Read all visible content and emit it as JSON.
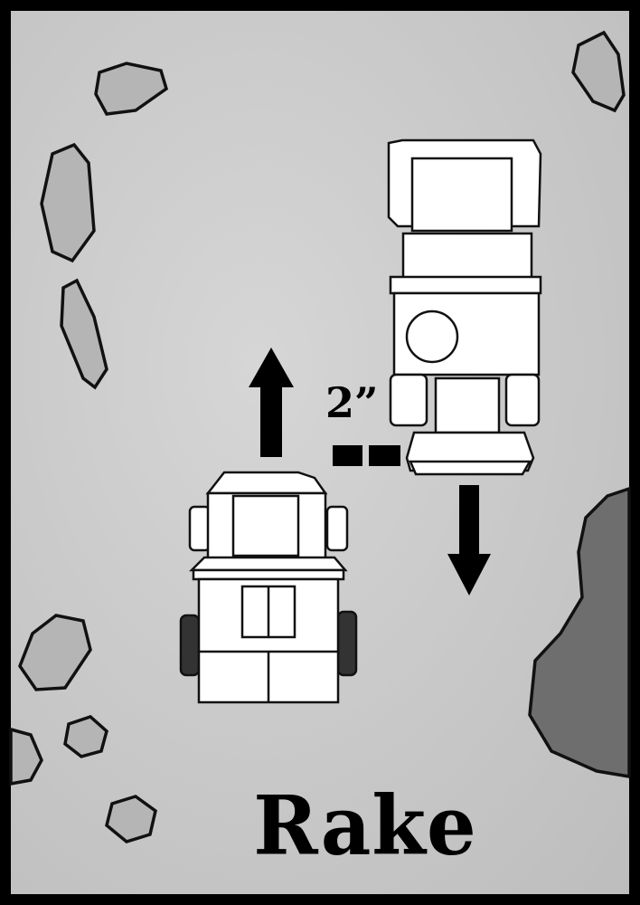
{
  "card": {
    "title": "Rake",
    "distance_label": "2”",
    "movement": {
      "own_vehicle": "forward",
      "enemy_vehicle": "backward"
    }
  },
  "colors": {
    "border": "#000000",
    "ground": "#c8c8c8",
    "rock": "#b8b8b8",
    "pit": "#6a6a6a"
  }
}
